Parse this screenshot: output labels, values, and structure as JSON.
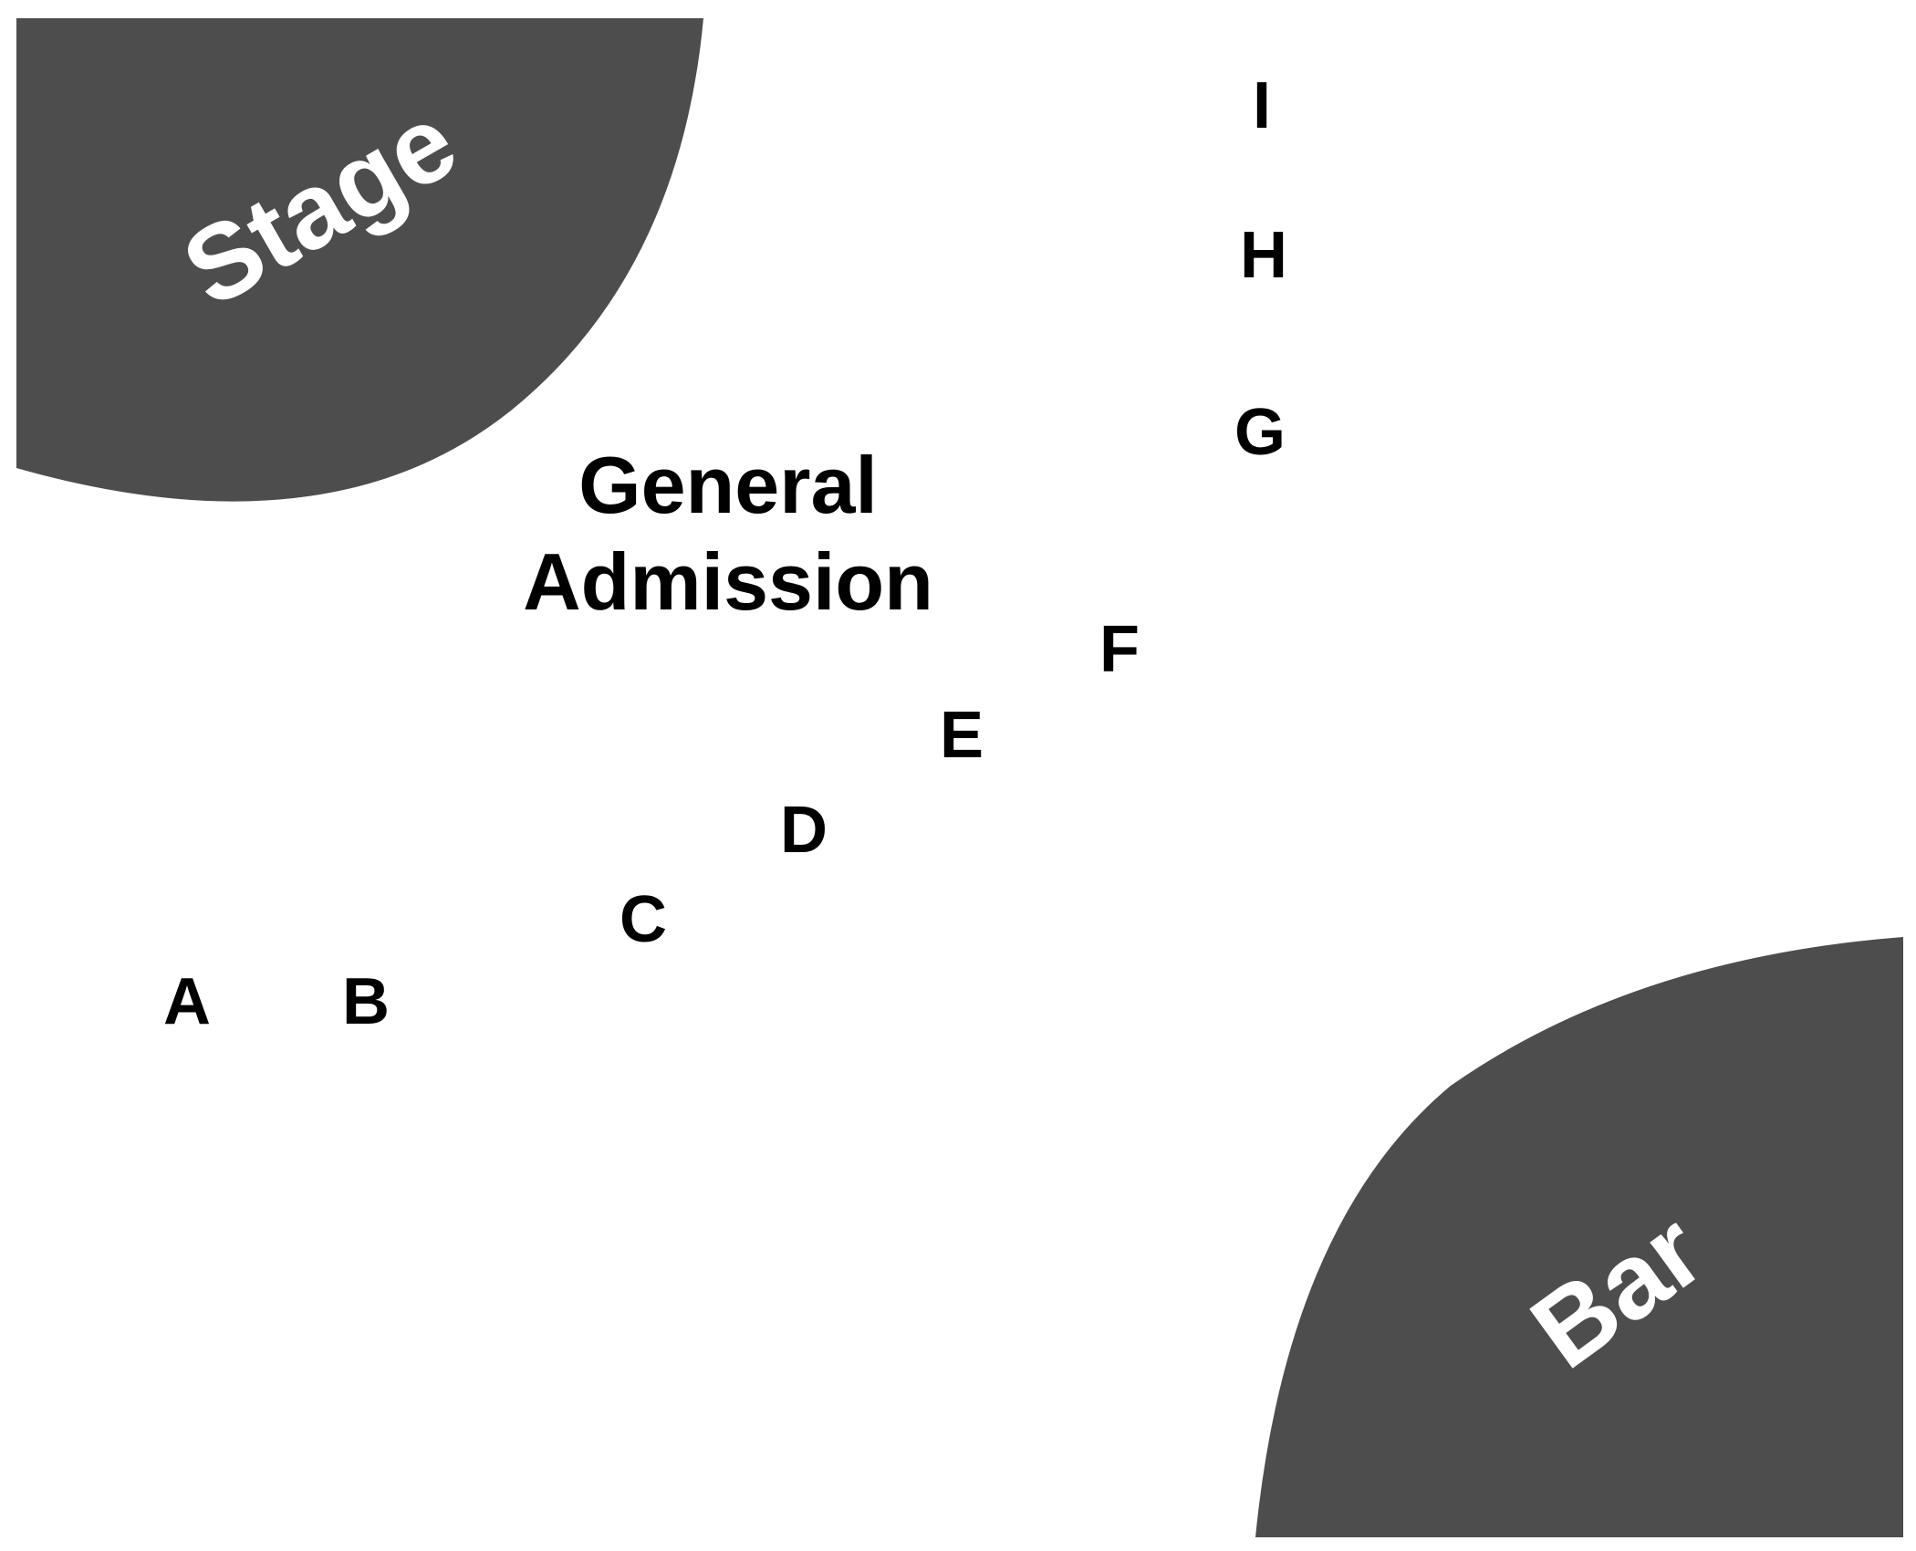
{
  "venue": {
    "stage_label": "Stage",
    "bar_label": "Bar",
    "general_admission": {
      "line1": "General",
      "line2": "Admission"
    }
  },
  "sections": {
    "a": "A",
    "b": "B",
    "c": "C",
    "d": "D",
    "e": "E",
    "f": "F",
    "g": "G",
    "h": "H",
    "i": "I"
  },
  "colors": {
    "venue_fill": "#4d4d4d",
    "venue_text": "#ffffff",
    "section_text": "#000000",
    "background": "#ffffff"
  }
}
